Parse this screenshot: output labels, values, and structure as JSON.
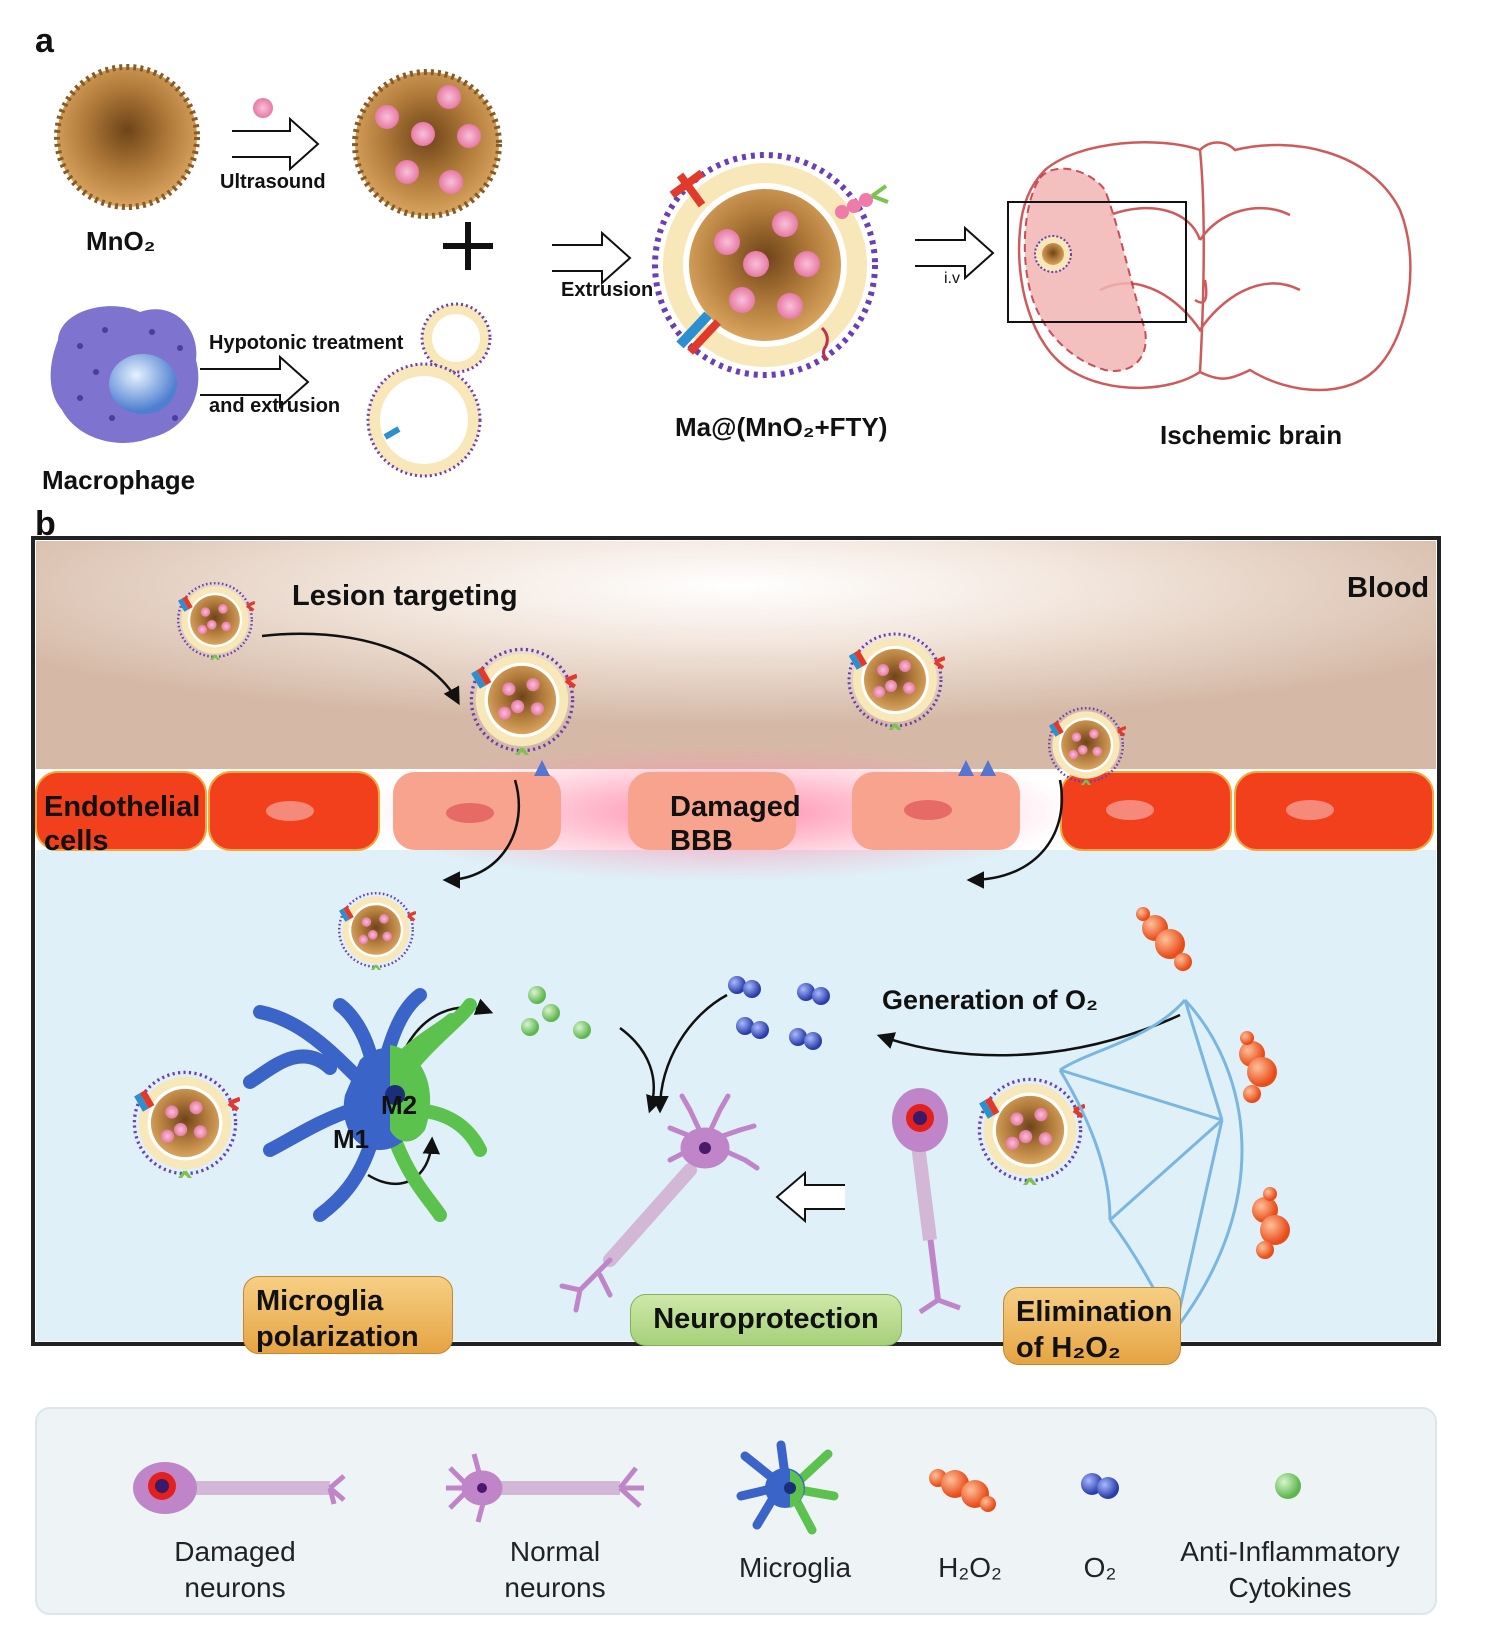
{
  "panel_a": {
    "letter": "a",
    "mno2_label": "MnO₂",
    "ultrasound_label": "Ultrasound",
    "macrophage_label": "Macrophage",
    "hypotonic_label_1": "Hypotonic treatment",
    "hypotonic_label_2": "and extrusion",
    "extrusion_label": "Extrusion",
    "nanoparticle_label": "Ma@(MnO₂+FTY)",
    "iv_label": "i.v",
    "brain_label": "Ischemic brain"
  },
  "panel_b": {
    "letter": "b",
    "blood_label": "Blood",
    "lesion_label": "Lesion targeting",
    "endothelial_label_1": "Endothelial",
    "endothelial_label_2": "cells",
    "bbb_label_1": "Damaged",
    "bbb_label_2": "BBB",
    "o2_generation_label": "Generation of O₂",
    "m2_label": "M2",
    "m1_label": "M1",
    "microglia_tag_1": "Microglia",
    "microglia_tag_2": "polarization",
    "neuroprotection_tag": "Neuroprotection",
    "h2o2_tag_1": "Elimination",
    "h2o2_tag_2": "of H₂O₂"
  },
  "legend": {
    "damaged_neurons_1": "Damaged",
    "damaged_neurons_2": "neurons",
    "normal_neurons_1": "Normal",
    "normal_neurons_2": "neurons",
    "microglia": "Microglia",
    "h2o2": "H₂O₂",
    "o2": "O₂",
    "cytokines_1": "Anti-Inflammatory",
    "cytokines_2": "Cytokines"
  },
  "colors": {
    "mno2_brown": "#b07a3a",
    "membrane_purple": "#5b3fb0",
    "blood_tan": "#d9bfae",
    "brain_bg": "#dff0f8",
    "endothelial_red": "#f2401d",
    "damaged_pink": "#f7a38d",
    "microglia_blue": "#3b64c8",
    "microglia_green": "#5cc24e",
    "neuron_purple": "#c084c8",
    "h2o2_orange": "#f0642a",
    "o2_blue": "#3856c8",
    "cytokine_green": "#7ccc6c"
  }
}
